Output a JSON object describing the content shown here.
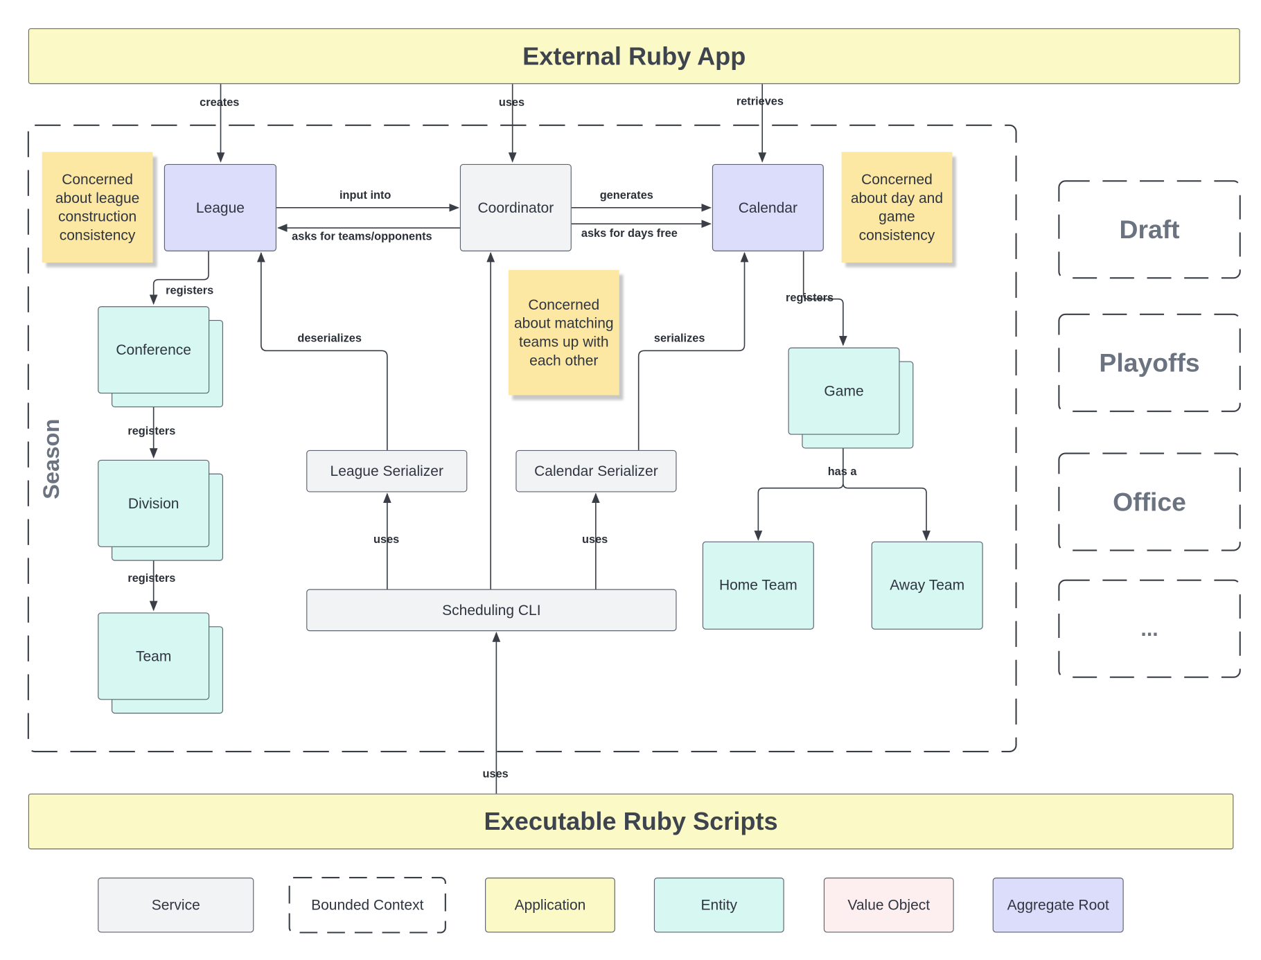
{
  "apps": {
    "external": "External Ruby App",
    "executable": "Executable Ruby Scripts"
  },
  "season": {
    "title": "Season"
  },
  "nodes": {
    "league": "League",
    "coordinator": "Coordinator",
    "calendar": "Calendar",
    "conference": "Conference",
    "division": "Division",
    "team": "Team",
    "league_serializer": "League Serializer",
    "calendar_serializer": "Calendar Serializer",
    "scheduling_cli": "Scheduling CLI",
    "game": "Game",
    "home_team": "Home Team",
    "away_team": "Away Team"
  },
  "notes": {
    "league": "Concerned about league construction consistency",
    "matching": "Concerned about matching teams up with each other",
    "calendar": "Concerned about day and game consistency"
  },
  "edges": {
    "creates": "creates",
    "uses_top": "uses",
    "retrieves": "retrieves",
    "input_into": "input into",
    "asks_teams": "asks for teams/opponents",
    "generates": "generates",
    "asks_days": "asks for days free",
    "registers_conference": "registers",
    "registers_division": "registers",
    "registers_team": "registers",
    "registers_game": "registers",
    "deserializes": "deserializes",
    "serializes": "serializes",
    "uses_league_serializer": "uses",
    "uses_calendar_serializer": "uses",
    "has_a": "has a",
    "uses_bottom": "uses"
  },
  "contexts": [
    "Draft",
    "Playoffs",
    "Office",
    "..."
  ],
  "legend": {
    "service": "Service",
    "bounded_context": "Bounded Context",
    "application": "Application",
    "entity": "Entity",
    "value_object": "Value Object",
    "aggregate_root": "Aggregate Root"
  },
  "colors": {
    "application": "#fbf9c6",
    "service": "#f2f3f5",
    "entity": "#d7f8f2",
    "aggregate_root": "#dcdcfb",
    "value_object": "#fdefef",
    "note": "#fde8a3",
    "line": "#3a3f47"
  }
}
